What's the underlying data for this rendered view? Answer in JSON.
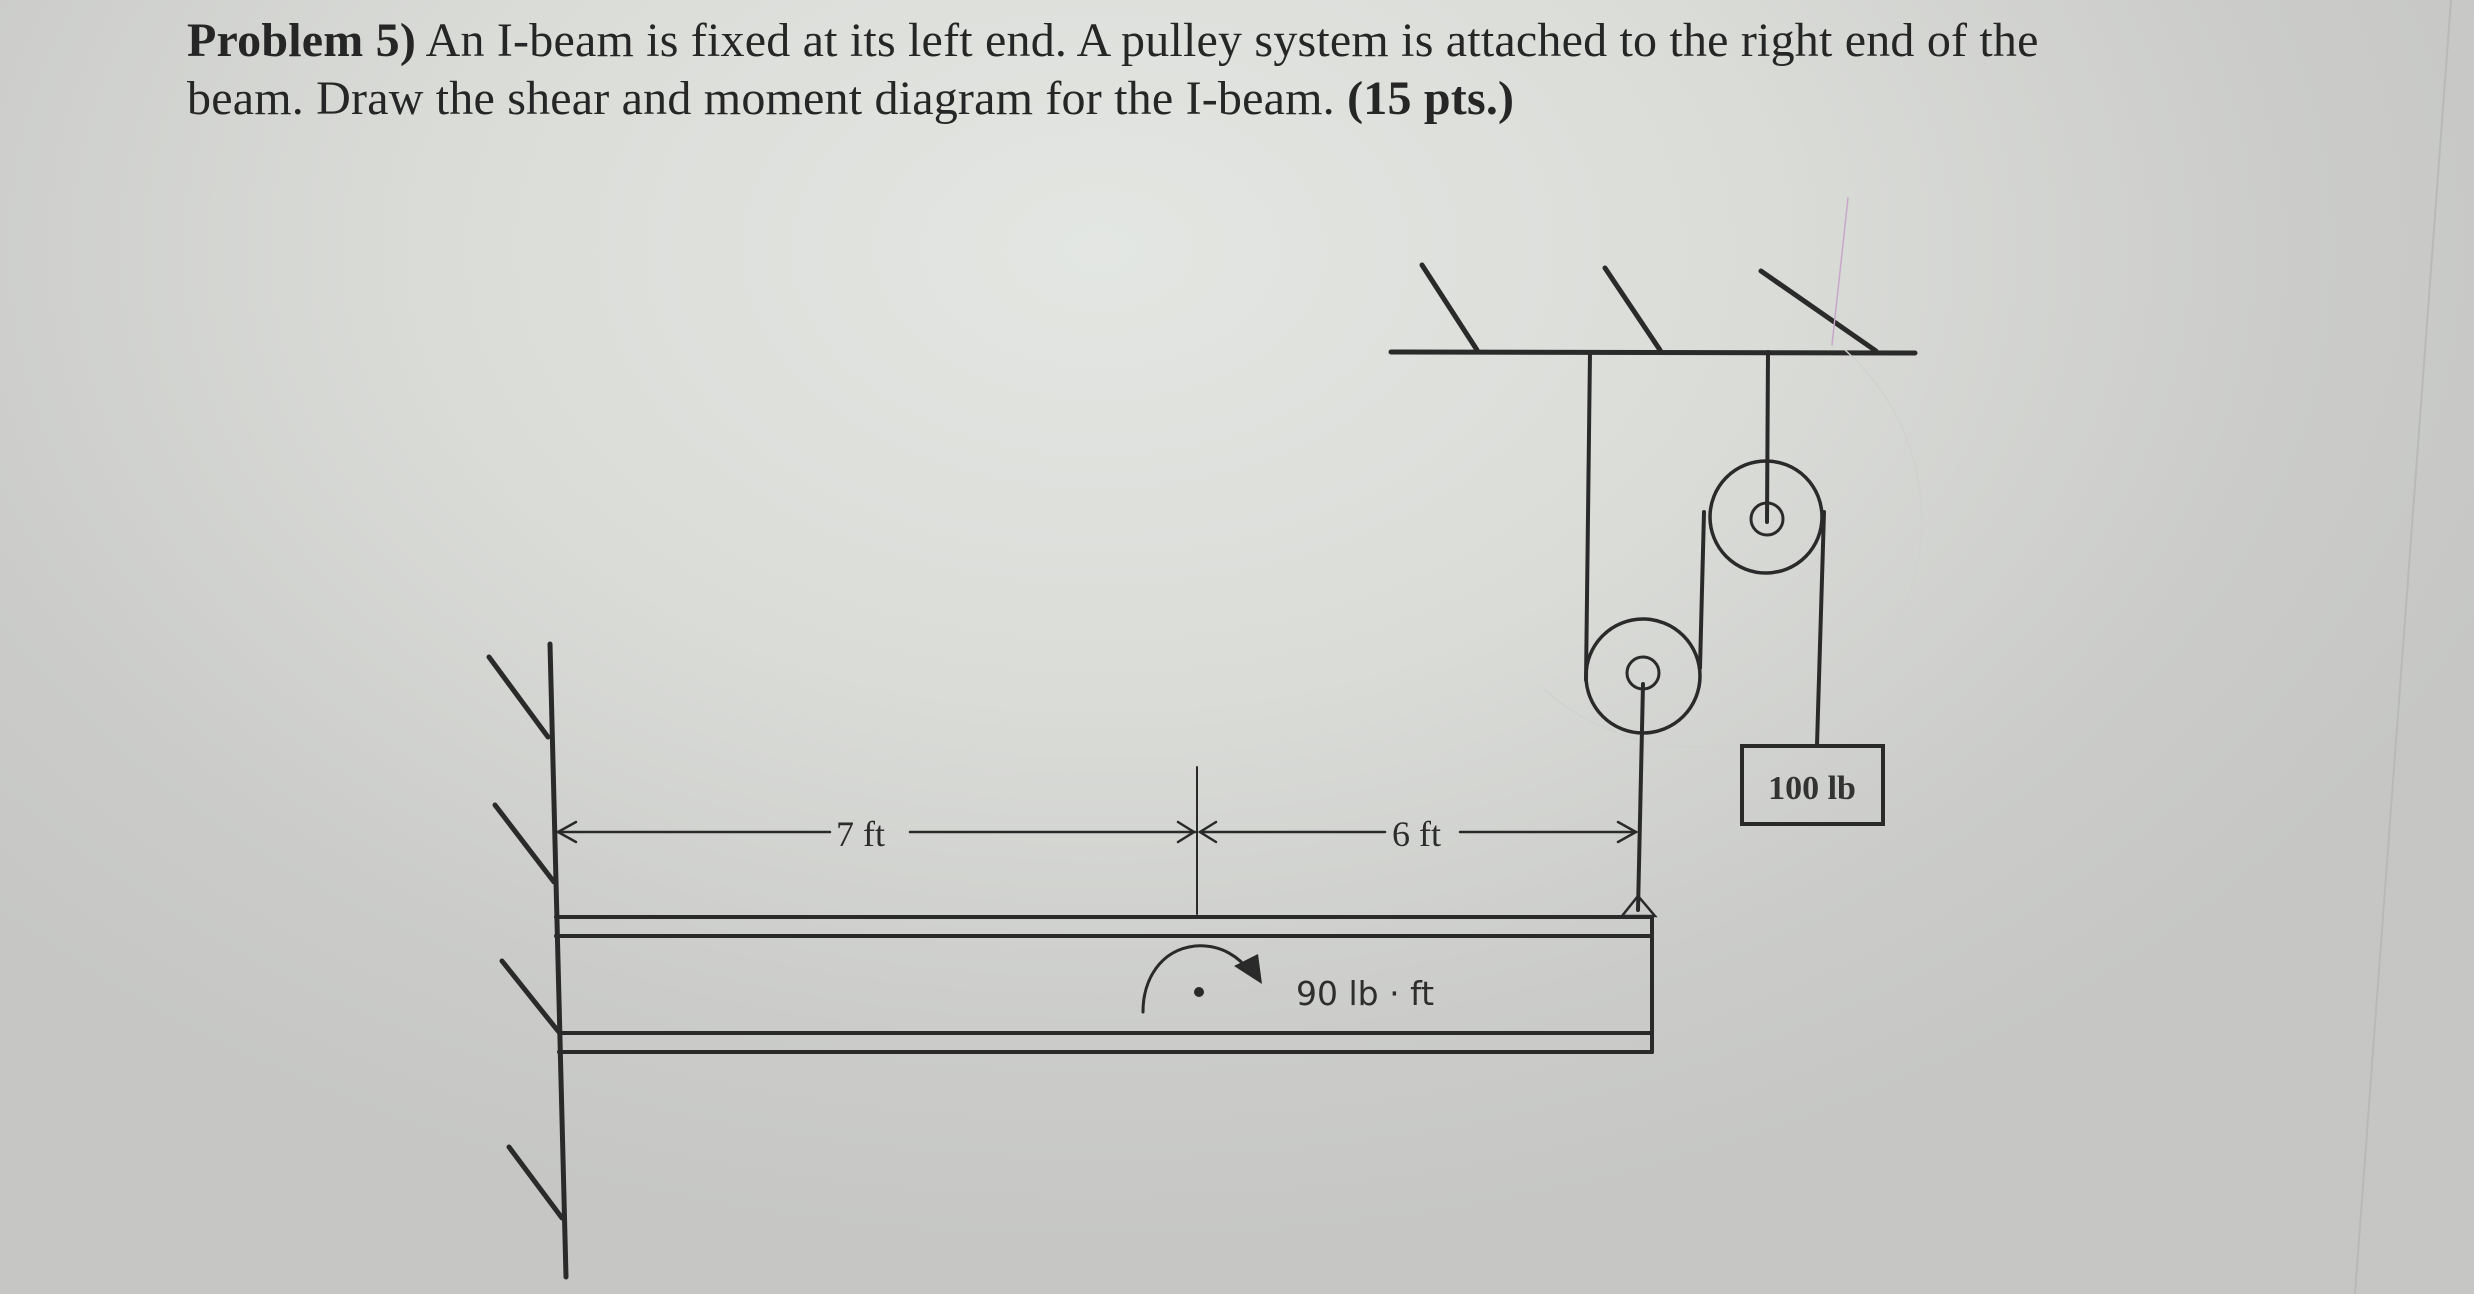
{
  "problem": {
    "number_label": "Problem 5)",
    "line1_rest": " An I-beam is fixed at its left end. A pulley system is attached to the right end of the",
    "line2_main": "beam. Draw the shear and moment diagram for the I-beam. ",
    "points_label": "(15 pts.)"
  },
  "diagram": {
    "dimensions": {
      "left_span_label": "7 ft",
      "right_span_label": "6 ft"
    },
    "applied_moment": {
      "label": "90 lb · ft",
      "direction": "clockwise"
    },
    "hanging_load": {
      "label": "100 lb"
    },
    "support": "fixed-wall-left",
    "components": [
      "fixed-wall",
      "i-beam",
      "ceiling",
      "upper-pulley",
      "lower-pulley",
      "rope",
      "weight-block"
    ]
  },
  "colors": {
    "ink": "#2a2a2a",
    "background": "#dcdeda"
  }
}
